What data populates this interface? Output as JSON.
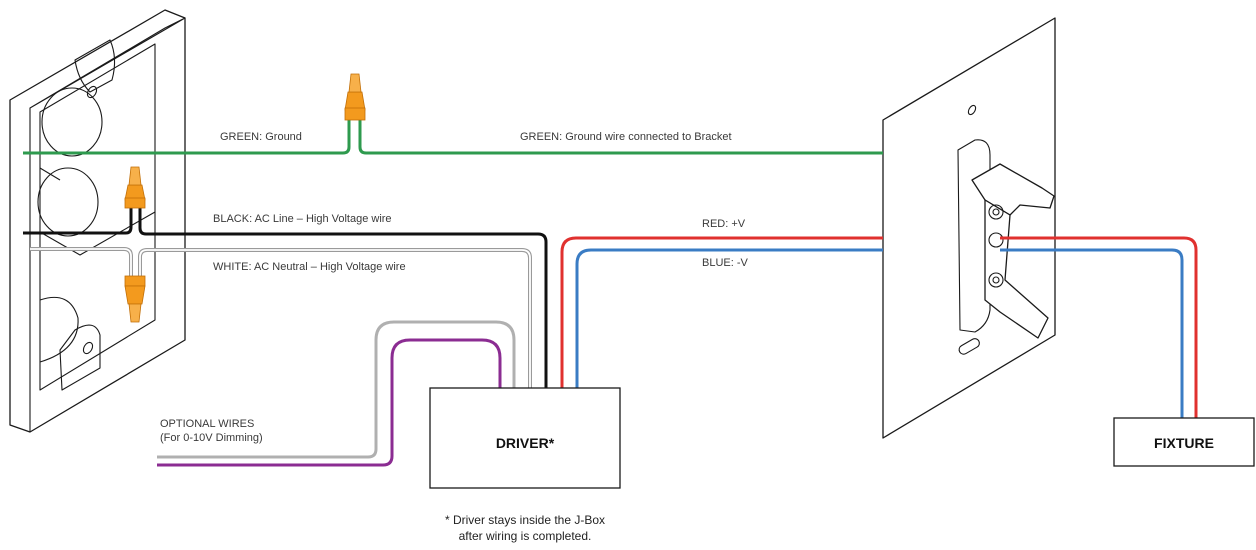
{
  "colors": {
    "ground": "#2e9a4e",
    "line": "#111111",
    "neutral": "#9a9a9a",
    "red": "#e0312f",
    "blue": "#3a7cc4",
    "dim_gray": "#b0b0b0",
    "dim_purple": "#8b2c92",
    "connector": "#f39a1e"
  },
  "labels": {
    "ground_left": "GREEN: Ground",
    "ground_right": "GREEN: Ground wire connected to Bracket",
    "black": "BLACK: AC Line – High Voltage wire",
    "white": "WHITE: AC Neutral – High Voltage wire",
    "red": "RED: +V",
    "blue": "BLUE: -V",
    "optional_line1": "OPTIONAL WIRES",
    "optional_line2": "(For 0-10V Dimming)"
  },
  "boxes": {
    "driver": "DRIVER*",
    "fixture": "FIXTURE"
  },
  "note": {
    "line1": "* Driver stays inside the J-Box",
    "line2": "after wiring is completed."
  }
}
